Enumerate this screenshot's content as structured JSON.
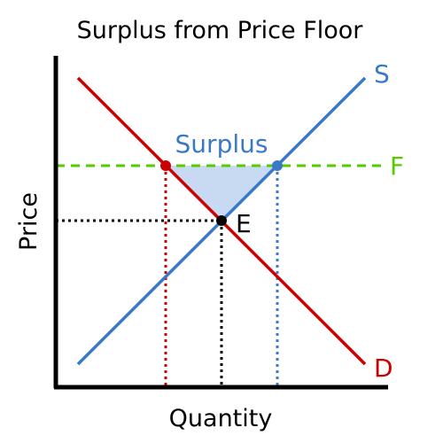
{
  "title": "Surplus from Price Floor",
  "axes": {
    "x_label": "Quantity",
    "y_label": "Price"
  },
  "curves": {
    "supply": {
      "label": "S",
      "color": "#3a78c8"
    },
    "demand": {
      "label": "D",
      "color": "#cc0000"
    },
    "floor": {
      "label": "F",
      "color": "#55cc00"
    }
  },
  "surplus": {
    "label": "Surplus",
    "label_color": "#3a78c8",
    "fill_color": "#c8daf2"
  },
  "equilibrium": {
    "label": "E",
    "color": "#000000"
  }
}
